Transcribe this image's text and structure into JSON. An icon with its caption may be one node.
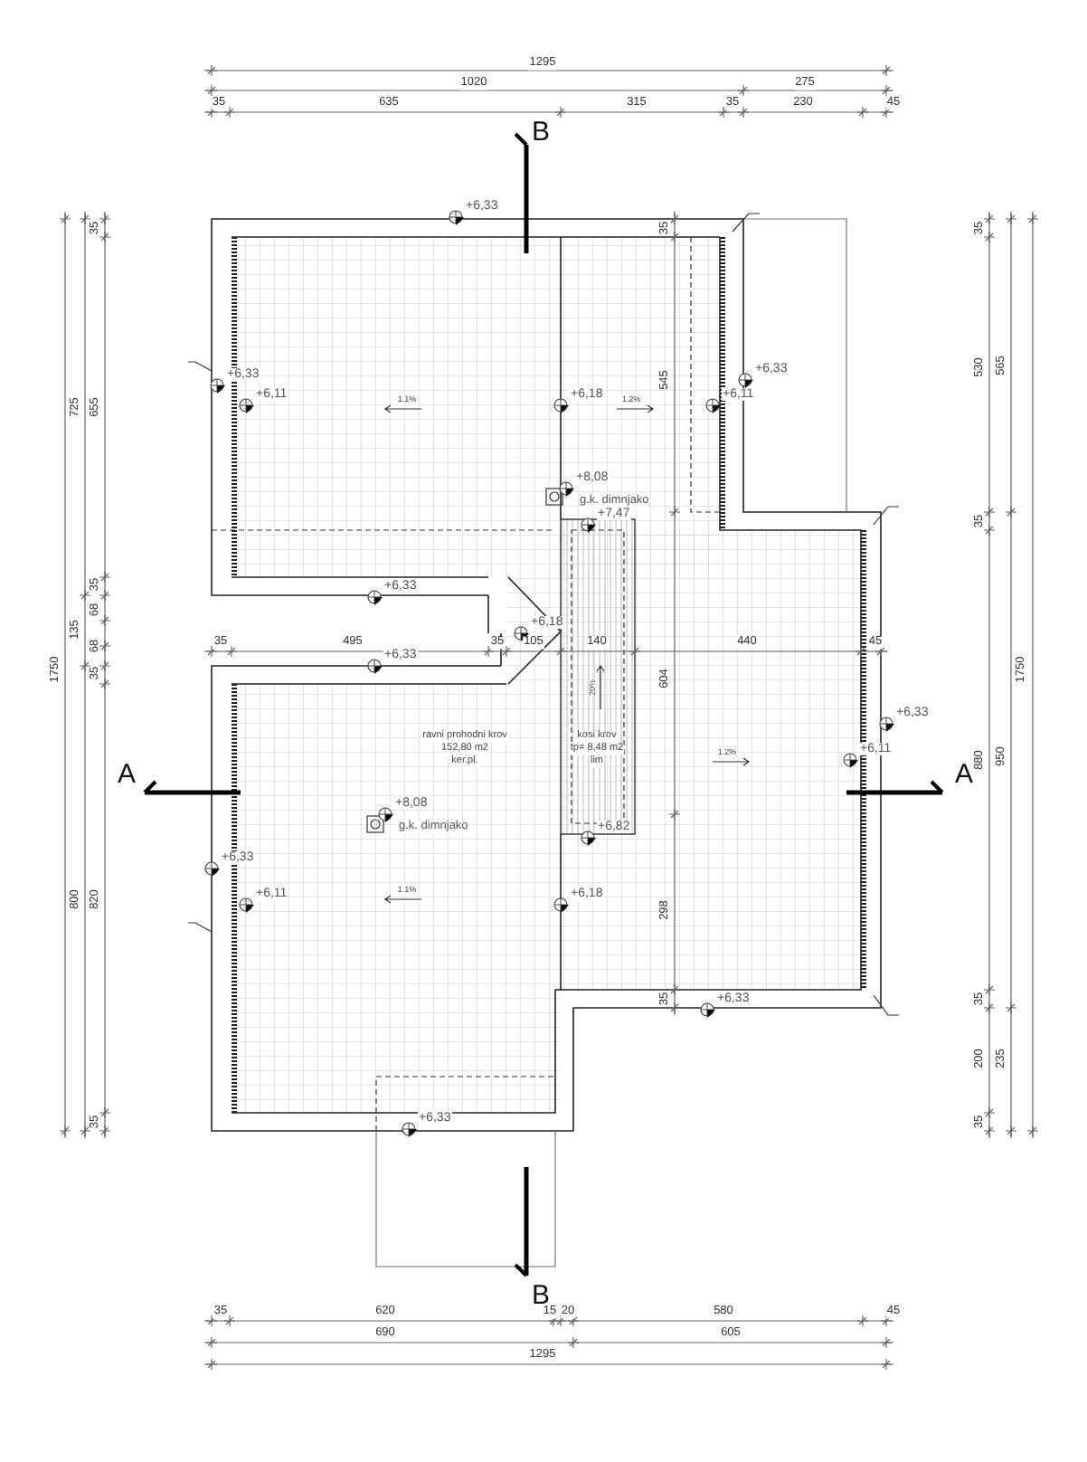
{
  "diagram": {
    "labels": [
      "1295",
      "1020",
      "275",
      "35",
      "635",
      "315",
      "35",
      "230",
      "45",
      "B",
      "+6,33",
      "35",
      "+6,33",
      "+6,11",
      "1.1%",
      "+6,18",
      "1.2%",
      "545",
      "+6,11",
      "+6,33",
      "+8,08",
      "g.k. dimnjako",
      "+7,47",
      "+6,33",
      "+6,18",
      "35",
      "495",
      "35",
      "105",
      "140",
      "440",
      "45",
      "+6,33",
      "20%",
      "ravni prohodni krov",
      "152,80 m2",
      "ker.pl.",
      "kosi krov",
      "tp= 8,48 m2",
      "lim",
      "604",
      "1.2%",
      "+6,33",
      "+6,11",
      "A",
      "A",
      "+8,08",
      "g.k. dimnjako",
      "+6,82",
      "+6,33",
      "+6,11",
      "1.1%",
      "+6,18",
      "298",
      "35",
      "+6,33",
      "+6,33",
      "B",
      "35",
      "620",
      "15",
      "20",
      "580",
      "45",
      "690",
      "605",
      "1295",
      "1750",
      "725",
      "135",
      "800",
      "35",
      "655",
      "35",
      "68",
      "68",
      "35",
      "820",
      "35",
      "35",
      "530",
      "35",
      "880",
      "35",
      "200",
      "35",
      "565",
      "950",
      "235",
      "1750"
    ]
  }
}
